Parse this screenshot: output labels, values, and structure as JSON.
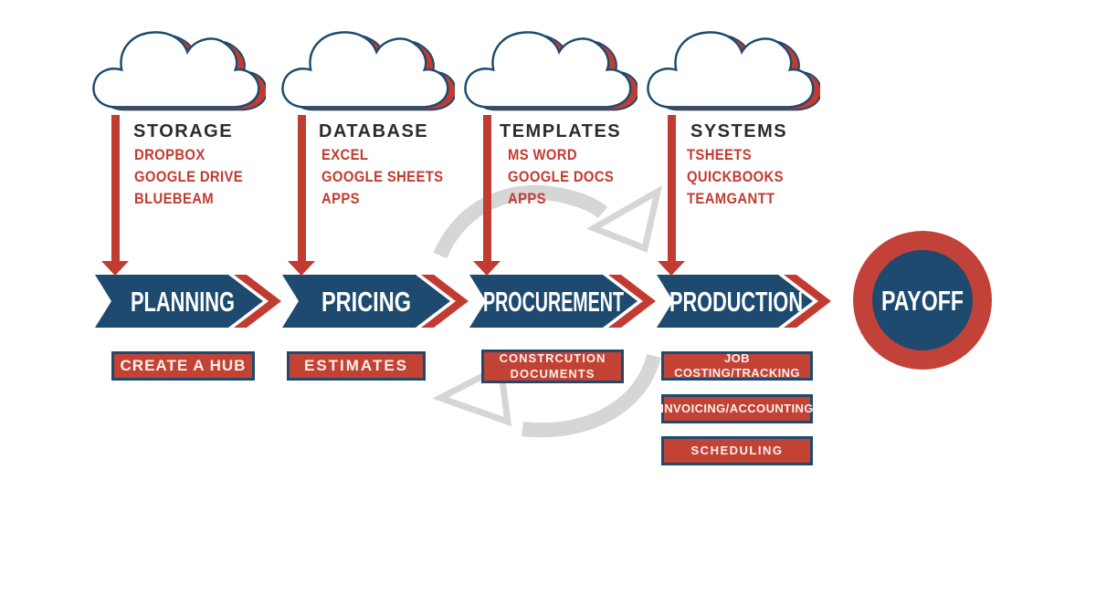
{
  "clouds": [
    {
      "title": "STORAGE",
      "tools": [
        "DROPBOX",
        "GOOGLE DRIVE",
        "BLUEBEAM"
      ]
    },
    {
      "title": "DATABASE",
      "tools": [
        "EXCEL",
        "GOOGLE SHEETS",
        "APPS"
      ]
    },
    {
      "title": "TEMPLATES",
      "tools": [
        "MS WORD",
        "GOOGLE DOCS",
        "APPS"
      ]
    },
    {
      "title": "SYSTEMS",
      "tools": [
        "TSHEETS",
        "QUICKBOOKS",
        "TEAMGANTT"
      ]
    }
  ],
  "stages": [
    {
      "label": "PLANNING"
    },
    {
      "label": "PRICING"
    },
    {
      "label": "PROCUREMENT"
    },
    {
      "label": "PRODUCTION"
    }
  ],
  "final_stage": {
    "label": "PAYOFF"
  },
  "deliverables": {
    "planning": [
      "CREATE A HUB"
    ],
    "pricing": [
      "ESTIMATES"
    ],
    "procurement": [
      "CONSTRCUTION DOCUMENTS"
    ],
    "production": [
      "JOB COSTING/TRACKING",
      "INVOICING/ACCOUNTING",
      "SCHEDULING"
    ]
  },
  "colors": {
    "navy": "#1d4a6e",
    "red": "#c23b30",
    "box_red": "#c24234",
    "cycle_gray": "#d6d6d6",
    "title_black": "#2b2b2b",
    "white": "#ffffff"
  }
}
